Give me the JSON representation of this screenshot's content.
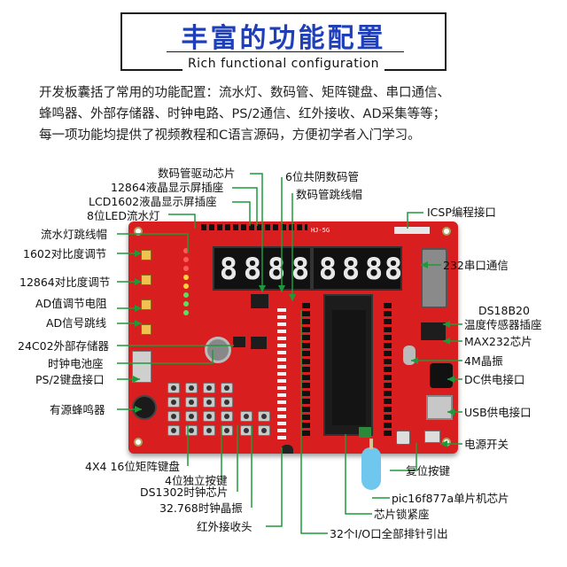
{
  "header": {
    "title": "丰富的功能配置",
    "subtitle": "Rich functional configuration"
  },
  "intro": {
    "line1": "开发板囊括了常用的功能配置：流水灯、数码管、矩阵键盘、串口通信、",
    "line2": "蜂鸣器、外部存储器、时钟电路、PS/2通信、红外接收、AD采集等等；",
    "line3": "每一项功能均提供了视频教程和C语言源码，方便初学者入门学习。"
  },
  "board": {
    "display_digits": "88888888",
    "label_hj5g": "HJ-5G"
  },
  "callouts": {
    "top1": "数码管驱动芯片",
    "top2": "12864液晶显示屏插座",
    "top3": "LCD1602液晶显示屏插座",
    "top4": "8位LED流水灯",
    "top5": "6位共阴数码管",
    "top6": "数码管跳线帽",
    "left1": "流水灯跳线帽",
    "left2": "1602对比度调节",
    "left3": "12864对比度调节",
    "left4": "AD值调节电阻",
    "left5": "AD信号跳线",
    "left6": "24C02外部存储器",
    "left7": "时钟电池座",
    "left8": "PS/2键盘接口",
    "left9": "有源蜂鸣器",
    "right1": "ICSP编程接口",
    "right2": "232串口通信",
    "right3": "DS18B20",
    "right3b": "温度传感器插座",
    "right4": "MAX232芯片",
    "right5": "4M晶振",
    "right6": "DC供电接口",
    "right7": "USB供电接口",
    "right8": "电源开关",
    "bottom1": "4X4 16位矩阵键盘",
    "bottom2": "4位独立按键",
    "bottom3": "DS1302时钟芯片",
    "bottom4": "32.768时钟晶振",
    "bottom5": "红外接收头",
    "bottom6": "32个I/O口全部排针引出",
    "bottom7": "芯片锁紧座",
    "bottom8": "pic16f877a单片机芯片",
    "bottom9": "复位按键"
  },
  "colors": {
    "title_blue": "#1f3fb8",
    "leader_green": "#1f9a3a",
    "pcb_red": "#d81e1e"
  }
}
